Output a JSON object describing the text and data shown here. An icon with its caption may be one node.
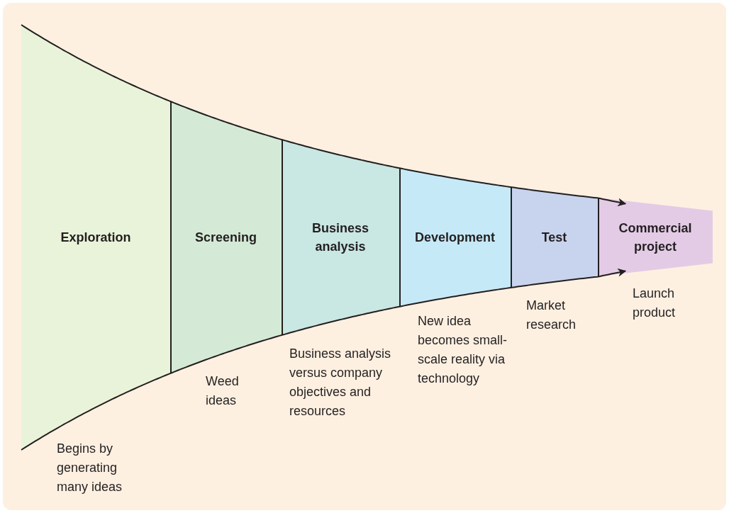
{
  "diagram": {
    "nodes": [
      {
        "text": [
          "Exploration"
        ],
        "beside": [
          "Begins by generating many ideas"
        ]
      },
      {
        "text": [
          "Screening"
        ],
        "beside": [
          "Weed ideas"
        ]
      },
      {
        "text": [
          "Business analysis"
        ],
        "beside": [
          "Business analysis versus company objectives and resources"
        ]
      },
      {
        "text": [
          "Development"
        ],
        "beside": [
          "New idea becomes small-scale reality via technology"
        ]
      },
      {
        "text": [
          "Test"
        ],
        "beside": [
          "Market research"
        ]
      },
      {
        "text": [
          "Commercial project"
        ],
        "beside": [
          "Launch product"
        ]
      }
    ],
    "edges": [
      {
        "from": 0,
        "to": 5,
        "arrow": "to"
      },
      {
        "from": 0,
        "to": 5,
        "arrow": "to"
      }
    ]
  }
}
